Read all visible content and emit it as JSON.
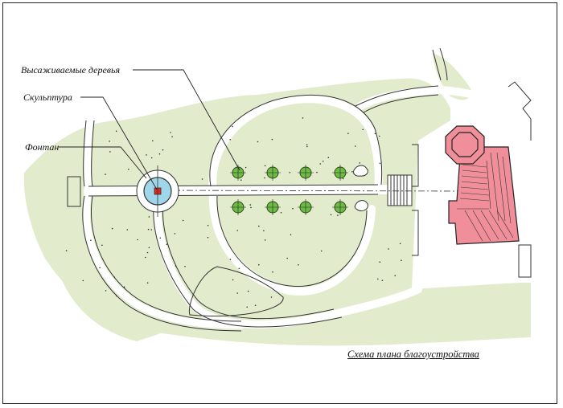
{
  "labels": {
    "trees": "Высаживаемые деревья",
    "sculpture": "Скульптура",
    "fountain": "Фонтан"
  },
  "caption": "Схема плана благоустройства",
  "colors": {
    "lawn": "#e3ebcd",
    "path": "#ffffff",
    "tree": "#6dbb45",
    "fountain_water": "#9fd6ea",
    "sculpture": "#e02a1f",
    "building": "#f08f9a",
    "outline": "#222222"
  }
}
